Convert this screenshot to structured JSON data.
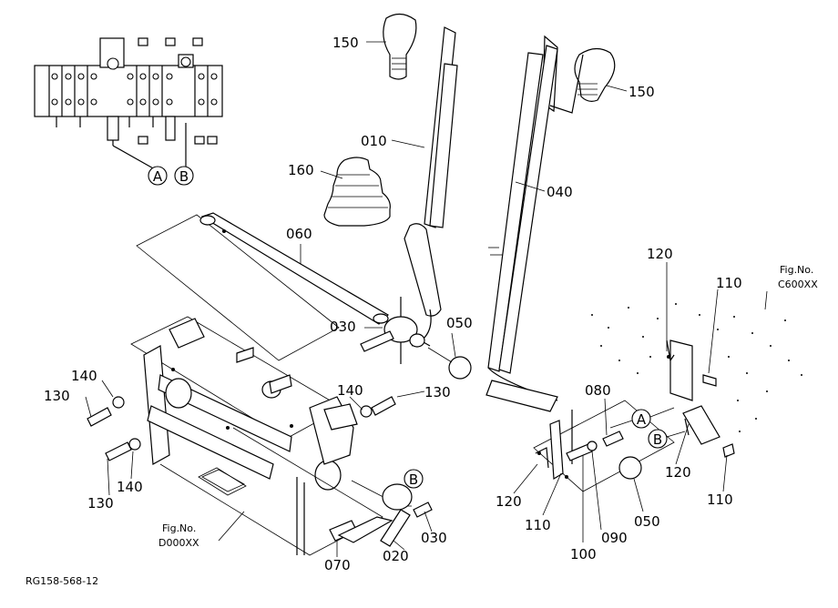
{
  "drawing_code": "RG158-568-12",
  "figure_refs": [
    {
      "title": "Fig.No.",
      "code": "C600XX"
    },
    {
      "title": "Fig.No.",
      "code": "D000XX"
    }
  ],
  "callout_letters": [
    "A",
    "B"
  ],
  "part_numbers": {
    "p150a": "150",
    "p150b": "150",
    "p010": "010",
    "p040": "040",
    "p160": "160",
    "p060": "060",
    "p030a": "030",
    "p050a": "050",
    "p140a": "140",
    "p130a": "130",
    "p140b": "140",
    "p130b": "130",
    "p140c": "140",
    "p130c": "130",
    "p120a": "120",
    "p110a": "110",
    "p080": "080",
    "p120b": "120",
    "p110b": "110",
    "p120c": "120",
    "p110c": "110",
    "p090": "090",
    "p050b": "050",
    "p100": "100",
    "p030b": "030",
    "p020": "020",
    "p070": "070"
  },
  "colors": {
    "ink": "#000000",
    "paper": "#ffffff"
  }
}
